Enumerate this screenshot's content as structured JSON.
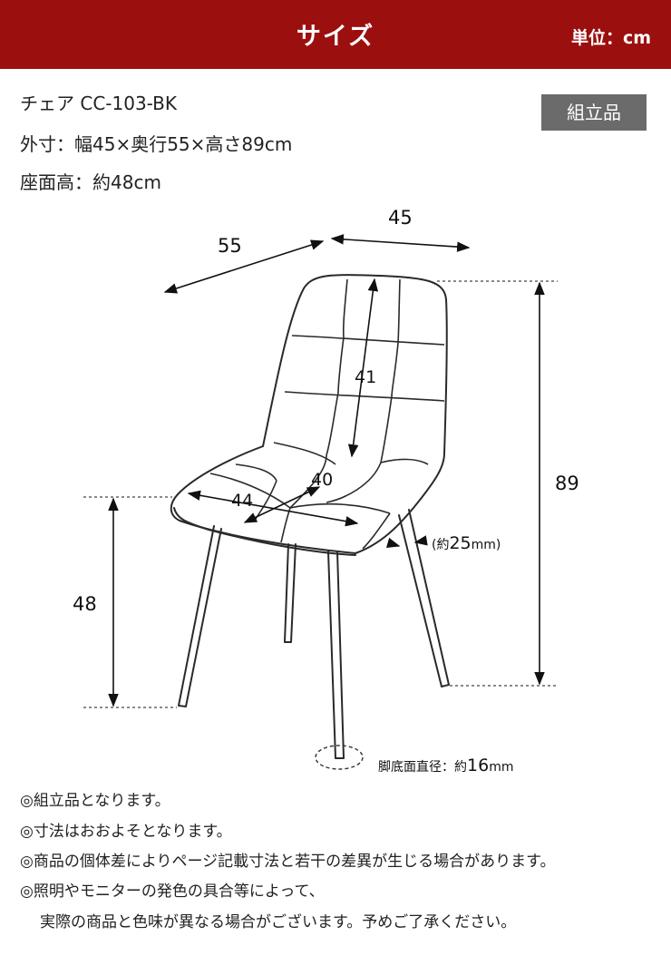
{
  "header": {
    "title": "サイズ",
    "unit": "単位：cm"
  },
  "specs": {
    "model": "チェア CC-103-BK",
    "outer": "外寸：幅45×奥行55×高さ89cm",
    "seat_height": "座面高：約48cm"
  },
  "badge": "組立品",
  "dimensions": {
    "depth": "55",
    "width": "45",
    "backrest_height": "41",
    "seat_depth": "40",
    "seat_width": "44",
    "total_height": "89",
    "seat_height": "48",
    "leg_thickness_prefix": "(約",
    "leg_thickness_value": "25",
    "leg_thickness_unit": "mm)",
    "foot_label": "脚底面直径：約",
    "foot_value": "16",
    "foot_unit": "mm"
  },
  "notes": [
    "◎組立品となります。",
    "◎寸法はおおよそとなります。",
    "◎商品の個体差によりページ記載寸法と若干の差異が生じる場合があります。",
    "◎照明やモニターの発色の具合等によって、",
    "実際の商品と色味が異なる場合がございます。予めご了承ください。"
  ],
  "colors": {
    "header_bg": "#9b0f0f",
    "badge_bg": "#6b6b6b"
  }
}
